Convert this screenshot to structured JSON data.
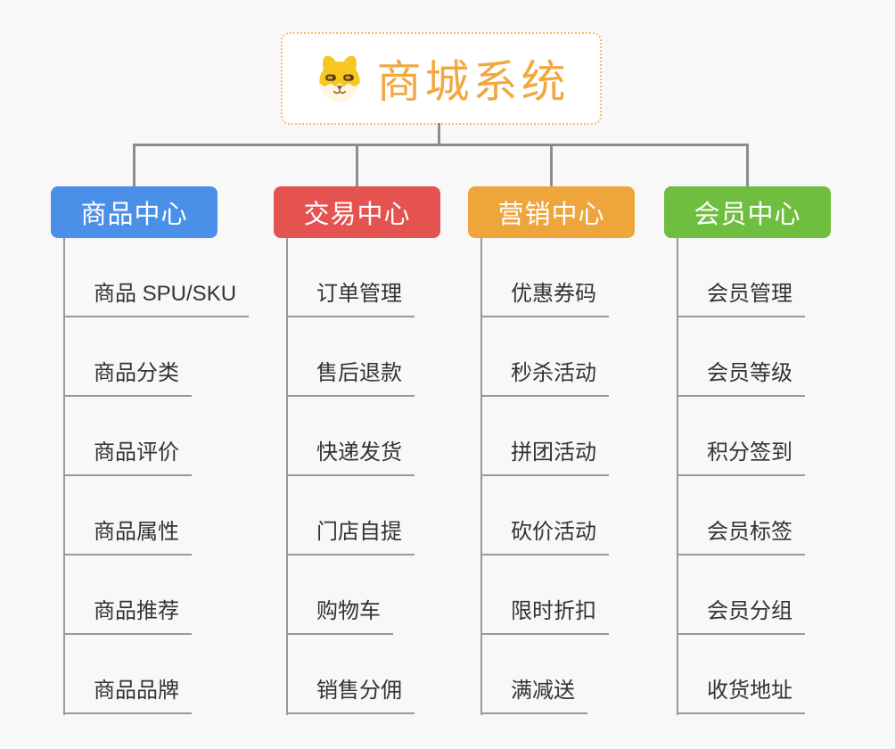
{
  "app": {
    "background": "#f8f8f8",
    "connector_color": "#8c8c8c",
    "leaf_line_color": "#999999",
    "leaf_text_color": "#333333"
  },
  "root": {
    "label": "商城系统",
    "icon": "dog-face-icon",
    "text_color": "#f1a83e",
    "border_color": "#f1be6f",
    "background": "#ffffff"
  },
  "branches": [
    {
      "label": "商品中心",
      "color": "#4b90e8",
      "children": [
        "商品 SPU/SKU",
        "商品分类",
        "商品评价",
        "商品属性",
        "商品推荐",
        "商品品牌"
      ]
    },
    {
      "label": "交易中心",
      "color": "#e45350",
      "children": [
        "订单管理",
        "售后退款",
        "快递发货",
        "门店自提",
        "购物车",
        "销售分佣"
      ]
    },
    {
      "label": "营销中心",
      "color": "#eea63c",
      "children": [
        "优惠券码",
        "秒杀活动",
        "拼团活动",
        "砍价活动",
        "限时折扣",
        "满减送"
      ]
    },
    {
      "label": "会员中心",
      "color": "#70be3f",
      "children": [
        "会员管理",
        "会员等级",
        "积分签到",
        "会员标签",
        "会员分组",
        "收货地址"
      ]
    }
  ]
}
